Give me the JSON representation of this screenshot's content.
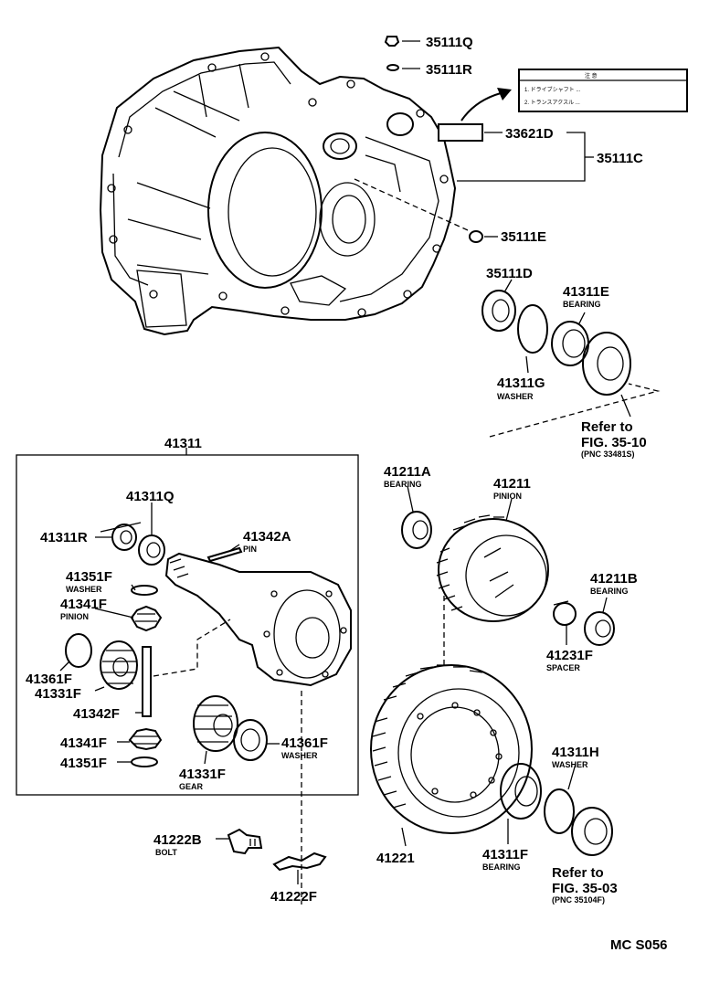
{
  "labels": {
    "p35111Q": "35111Q",
    "p35111R": "35111R",
    "p33621D": "33621D",
    "p35111C": "35111C",
    "p35111E": "35111E",
    "p35111D": "35111D",
    "p41311E": "41311E",
    "p41311E_sub": "BEARING",
    "p41311G": "41311G",
    "p41311G_sub": "WASHER",
    "refer1_a": "Refer to",
    "refer1_b": "FIG. 35-10",
    "refer1_c": "(PNC 33481S)",
    "p41311": "41311",
    "p41311Q": "41311Q",
    "p41311R": "41311R",
    "p41342A": "41342A",
    "p41342A_sub": "PIN",
    "p41351F_top": "41351F",
    "p41351F_top_sub": "WASHER",
    "p41341F_top": "41341F",
    "p41341F_top_sub": "PINION",
    "p41361F_left": "41361F",
    "p41331F_left": "41331F",
    "p41342F": "41342F",
    "p41341F_bot": "41341F",
    "p41351F_bot": "41351F",
    "p41331F_gear": "41331F",
    "p41331F_gear_sub": "GEAR",
    "p41361F_right": "41361F",
    "p41361F_right_sub": "WASHER",
    "p41222B": "41222B",
    "p41222B_sub": "BOLT",
    "p41222F": "41222F",
    "p41211A": "41211A",
    "p41211A_sub": "BEARING",
    "p41211": "41211",
    "p41211_sub": "PINION",
    "p41211B": "41211B",
    "p41211B_sub": "BEARING",
    "p41231F": "41231F",
    "p41231F_sub": "SPACER",
    "p41311H": "41311H",
    "p41311H_sub": "WASHER",
    "p41221": "41221",
    "p41311F": "41311F",
    "p41311F_sub": "BEARING",
    "refer2_a": "Refer to",
    "refer2_b": "FIG. 35-03",
    "refer2_c": "(PNC 35104F)",
    "code": "MC S056",
    "caution_title": "注 意",
    "caution_line1": "1. ドライブシャフト ...",
    "caution_line2": "2. トランスアクスル ..."
  }
}
